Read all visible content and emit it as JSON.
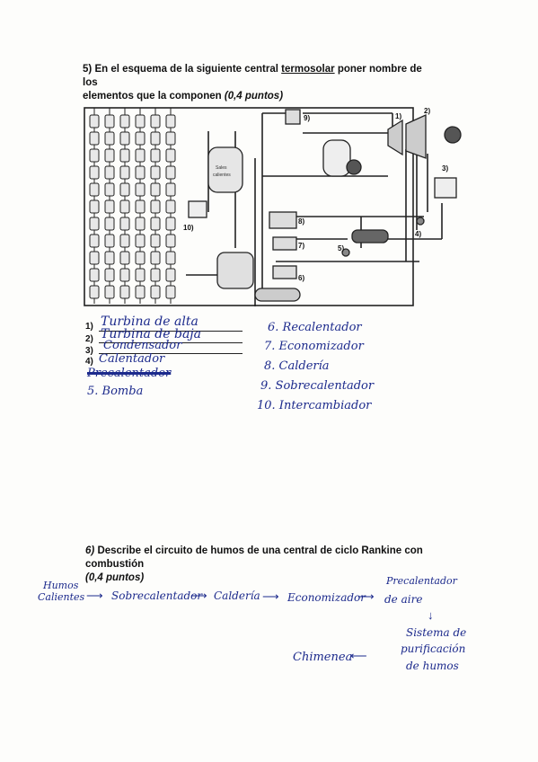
{
  "q5": {
    "number": "5)",
    "text_a": "En el esquema de la siguiente central",
    "text_u": "termosolar",
    "text_b": "poner nombre de los",
    "line2": "elementos que la componen",
    "points": "(0,4 puntos)"
  },
  "diagram": {
    "labels": [
      "1)",
      "2)",
      "3)",
      "4)",
      "5)",
      "6)",
      "7)",
      "8)",
      "9)",
      "10)"
    ],
    "tank_label_1": "Sales",
    "tank_label_2": "calientes"
  },
  "answers_left": [
    {
      "num": "1)",
      "text": "Turbina de alta"
    },
    {
      "num": "2)",
      "text": "Turbina de baja"
    },
    {
      "num": "3)",
      "text": "Condensador"
    },
    {
      "num": "4)",
      "text": "Calentador"
    },
    {
      "num": "",
      "text": "Precalentador"
    },
    {
      "num": "",
      "text": "5. Bomba"
    }
  ],
  "answers_right": [
    "6. Recalentador",
    "7. Economizador",
    "8. Caldería",
    "9. Sobrecalentador",
    "10. Intercambiador"
  ],
  "q6": {
    "number": "6)",
    "text": "Describe el circuito de humos de una central de ciclo Rankine con combustión",
    "points": "(0,4 puntos)"
  },
  "flow": {
    "start_1": "Humos",
    "start_2": "Calientes",
    "step1": "Sobrecalentador",
    "step2": "Caldería",
    "step3": "Economizador",
    "step4_1": "Precalentador",
    "step4_2": "de aire",
    "step5_1": "Sistema de",
    "step5_2": "purificación",
    "step5_3": "de humos",
    "end": "Chimenea"
  }
}
